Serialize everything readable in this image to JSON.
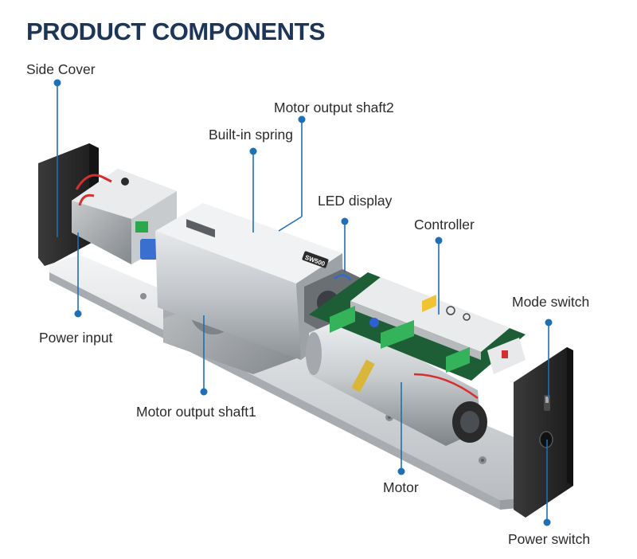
{
  "title": "PRODUCT COMPONENTS",
  "model_badge": "SW500",
  "accent_color": "#1f6fb5",
  "callouts": [
    {
      "id": "side-cover",
      "label": "Side Cover"
    },
    {
      "id": "motor-output-shaft2",
      "label": "Motor output shaft2"
    },
    {
      "id": "built-in-spring",
      "label": "Built-in spring"
    },
    {
      "id": "led-display",
      "label": "LED display"
    },
    {
      "id": "controller",
      "label": "Controller"
    },
    {
      "id": "mode-switch",
      "label": "Mode switch"
    },
    {
      "id": "power-input",
      "label": "Power input"
    },
    {
      "id": "motor-output-shaft1",
      "label": "Motor output shaft1"
    },
    {
      "id": "motor",
      "label": "Motor"
    },
    {
      "id": "power-switch",
      "label": "Power switch"
    }
  ]
}
